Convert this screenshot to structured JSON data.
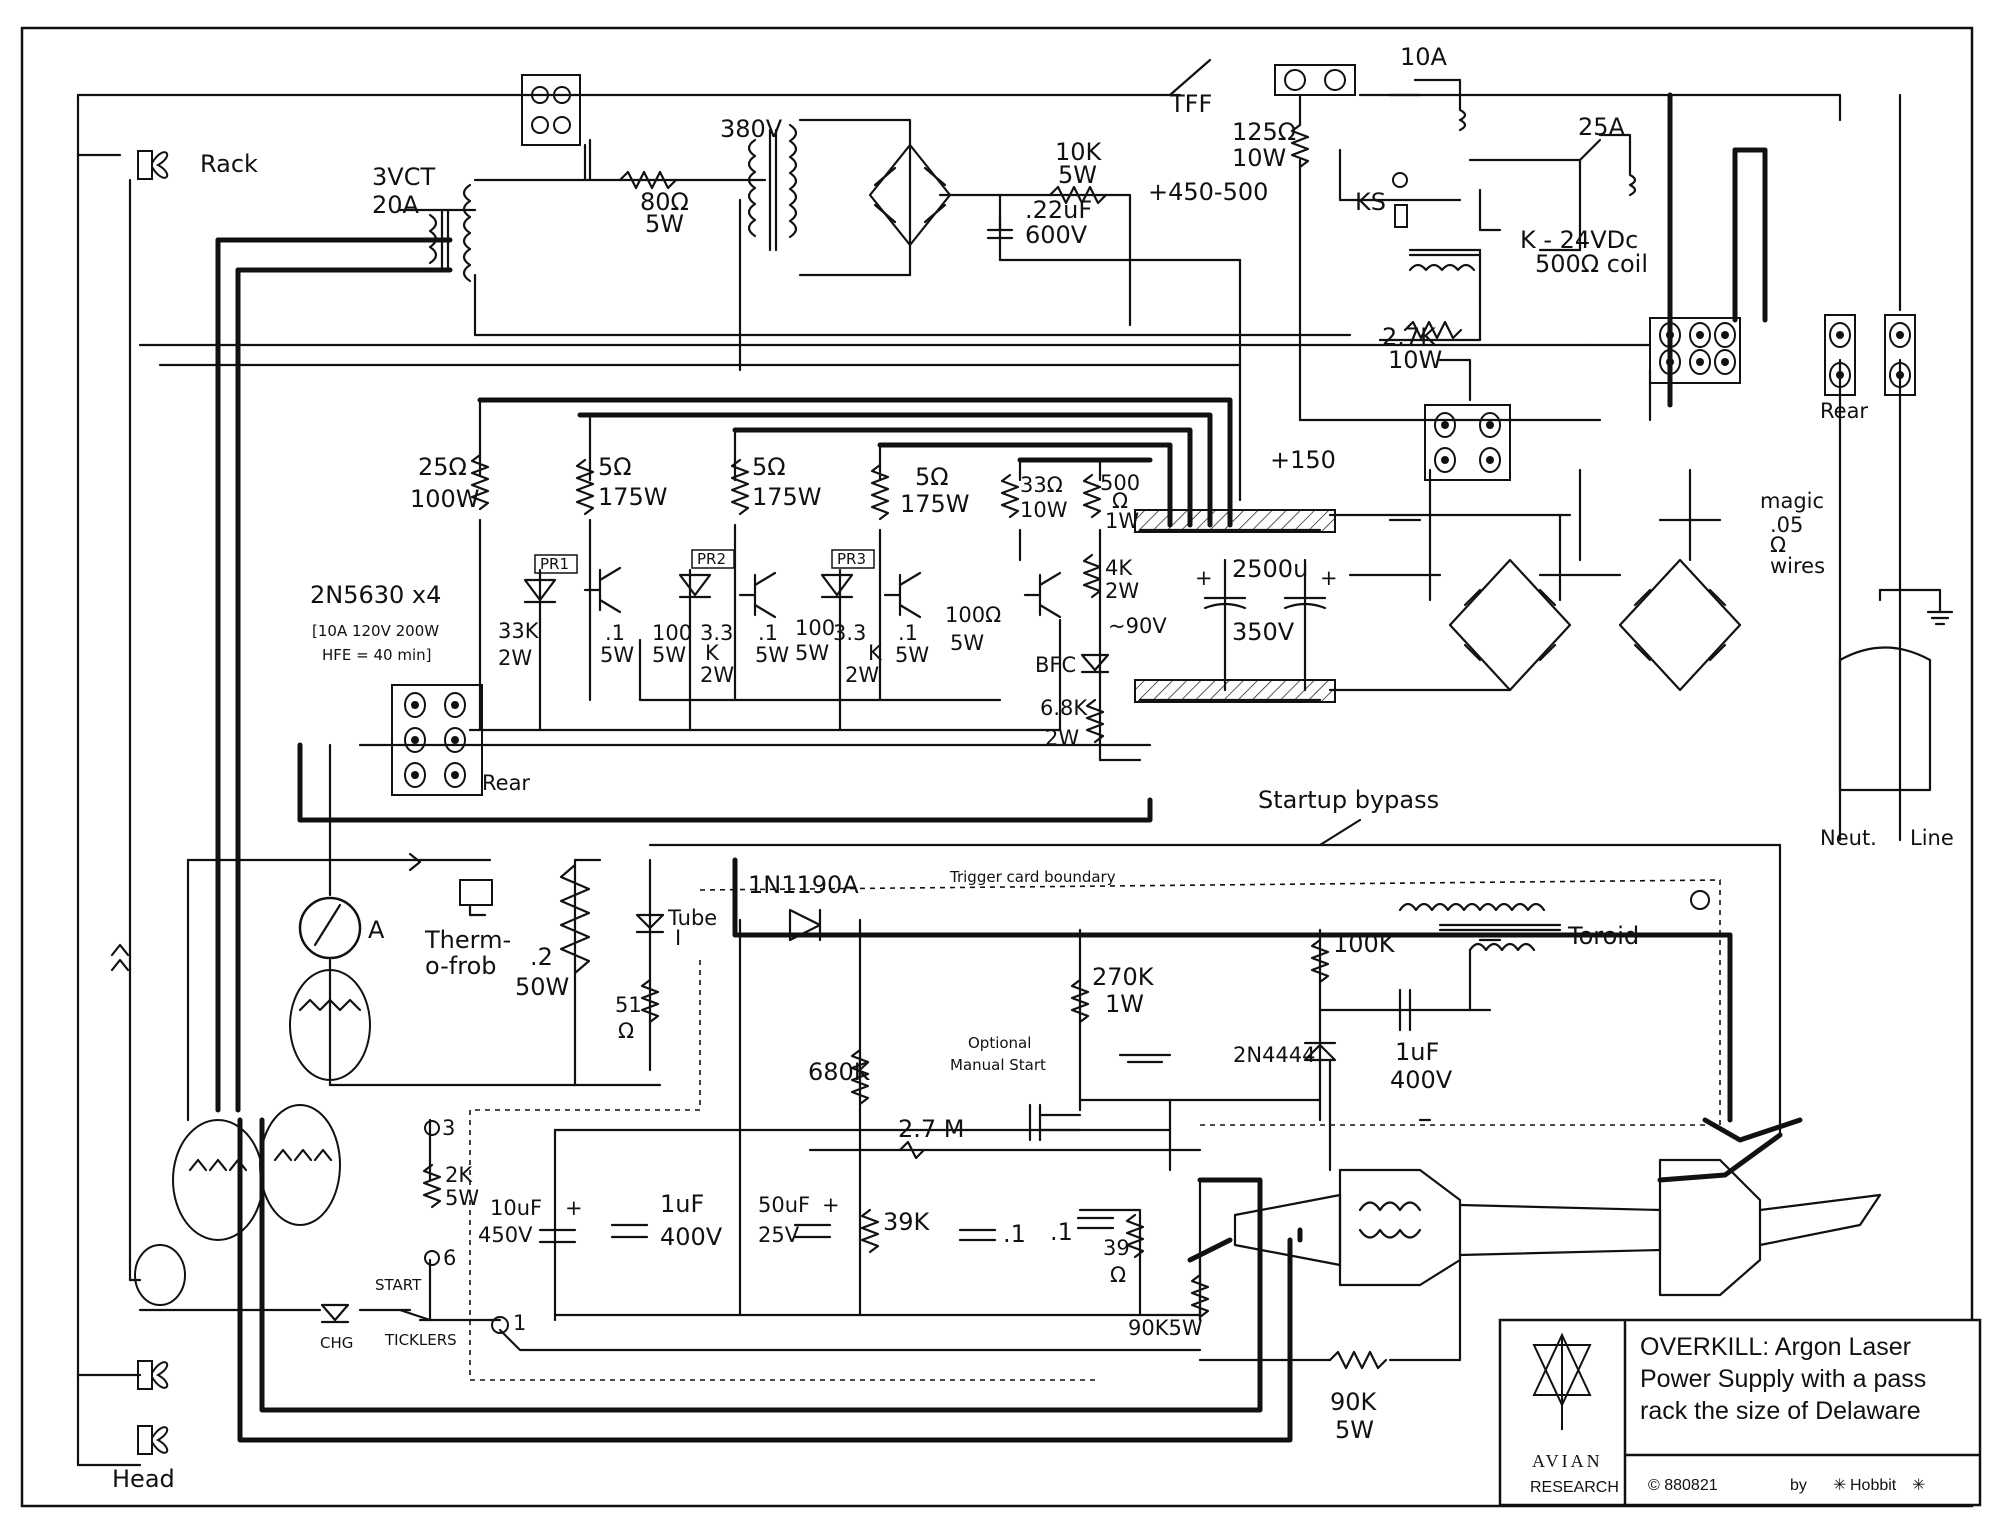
{
  "title_block": {
    "title_line1": "OVERKILL:  Argon Laser",
    "title_line2": "Power Supply with a pass",
    "title_line3": "rack the size of Delaware",
    "logo_word": "AVIAN",
    "logo_sub": "RESEARCH",
    "copyright": "© 880821",
    "by": "by",
    "author": "Hobbit"
  },
  "labels": {
    "rack": "Rack",
    "head": "Head",
    "transformer_3vct": "3VCT",
    "transformer_20a": "20A",
    "v380": "380V",
    "r80_val": "80Ω",
    "r80_w": "5W",
    "r10k_val": "10K",
    "r10k_w": "5W",
    "cap22_val": ".22uF",
    "cap22_v": "600V",
    "v450": "+450-500",
    "tff": "TFF",
    "fuse10a": "10A",
    "r125_val": "125Ω",
    "r125_w": "10W",
    "fuse25a": "25A",
    "ks": "KS",
    "relay_k": "K - 24VDc",
    "relay_coil": "500Ω coil",
    "r27k_val": "2.7K",
    "r27k_w": "10W",
    "rear1": "Rear",
    "rear2": "Rear",
    "magic1": "magic",
    "magic2": ".05",
    "magic3": "Ω",
    "magic4": "wires",
    "neut": "Neut.",
    "line": "Line",
    "r25_val": "25Ω",
    "r25_w": "100W",
    "r5a_val": "5Ω",
    "r5a_w": "175W",
    "r5b_val": "5Ω",
    "r5b_w": "175W",
    "r5c_val": "5Ω",
    "r5c_w": "175W",
    "r33_val": "33Ω",
    "r33_w": "10W",
    "r500_val": "500",
    "r500_ohm": "Ω",
    "r500_w": "1W",
    "plus150": "+150",
    "cap2500": "2500u",
    "cap350": "350V",
    "r4k_val": "4K",
    "r4k_w": "2W",
    "v90": "~90V",
    "bfc": "BFC",
    "r68k_val": "6.8K",
    "r68k_w": "2W",
    "pr1": "PR1",
    "pr2": "PR2",
    "pr3": "PR3",
    "r33k_val": "33K",
    "r33k_w": "2W",
    "r1a_val": ".1",
    "r1a_w": "5W",
    "r100a_val": "100",
    "r100a_w": "5W",
    "r33ka_val": "3.3",
    "r33ka_k": "K",
    "r33ka_w": "2W",
    "r1b_val": ".1",
    "r1b_w": "5W",
    "r100b_val": "100",
    "r100b_w": "5W",
    "r33kb_val": "3.3",
    "r33kb_k": "K",
    "r33kb_w": "2W",
    "r1c_val": ".1",
    "r1c_w": "5W",
    "r100c_val": "100Ω",
    "r100c_w": "5W",
    "transistor_part": "2N5630 x4",
    "transistor_spec1": "[10A 120V 200W",
    "transistor_spec2": "HFE = 40 min]",
    "startup_bypass": "Startup bypass",
    "thermofrob1": "Therm-",
    "thermofrob2": "o-frob",
    "r02_val": ".2",
    "r02_w": "50W",
    "r51_val": "51",
    "r51_ohm": "Ω",
    "tube_i1": "Tube",
    "tube_i2": "I",
    "diode_1n": "1N1190A",
    "trigger": "Trigger card boundary",
    "ammeter": "A",
    "r100k": "100K",
    "toroid": "Toroid",
    "r270k_val": "270K",
    "r270k_w": "1W",
    "optional1": "Optional",
    "optional2": "Manual Start",
    "d2n": "2N4444",
    "cap1uf_a": "1uF",
    "cap1uf_a_v": "400V",
    "r680k": "680K",
    "r27m": "2.7 M",
    "pin3": "3",
    "pin6": "6",
    "pin1": "1",
    "r2k_val": "2K",
    "r2k_w": "5W",
    "cap10uf": "10uF",
    "cap10uf_v": "450V",
    "cap1uf_b": "1uF",
    "cap1uf_b_v": "400V",
    "cap50uf": "50uF",
    "cap50uf_v": "25V",
    "r39k": "39K",
    "cap01a": ".1",
    "cap01b": ".1",
    "r39": "39",
    "r39_ohm": "Ω",
    "start": "START",
    "ticklers": "TICKLERS",
    "chg": "CHG",
    "r90k5w": "90K5W",
    "r90k_val": "90K",
    "r90k_w": "5W"
  }
}
